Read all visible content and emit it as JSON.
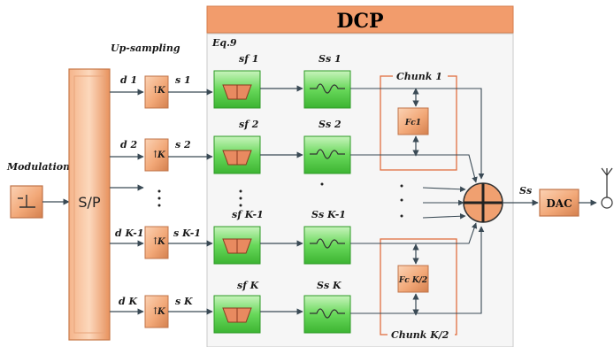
{
  "header": {
    "title": "DCP",
    "eq": "Eq.9"
  },
  "labels": {
    "modulation": "Modulation",
    "upsampling": "Up-sampling",
    "sp": "S/P",
    "dac": "DAC",
    "ss_out": "Ss",
    "upsample_factor": "K",
    "chunk_top": "Chunk 1",
    "chunk_bottom": "Chunk K/2",
    "fc_top": "Fc1",
    "fc_bottom": "Fc K/2"
  },
  "branches": [
    {
      "d": "d 1",
      "s": "s 1",
      "sf": "sf 1",
      "ss": "Ss 1"
    },
    {
      "d": "d 2",
      "s": "s 2",
      "sf": "sf 2",
      "ss": "Ss 2"
    },
    {
      "d": "d K-1",
      "s": "s K-1",
      "sf": "sf K-1",
      "ss": "Ss K-1"
    },
    {
      "d": "d K",
      "s": "s K",
      "sf": "sf K",
      "ss": "Ss  K"
    }
  ],
  "colors": {
    "orange": "#f0a878",
    "orange_dark": "#c8764a",
    "green": "#5ad24e",
    "green_light": "#a8ec9c",
    "dcp_bg": "#f6f6f6",
    "dcp_header": "#f29c6c",
    "chunk_border": "#e07040",
    "sum": "#f0a070"
  }
}
